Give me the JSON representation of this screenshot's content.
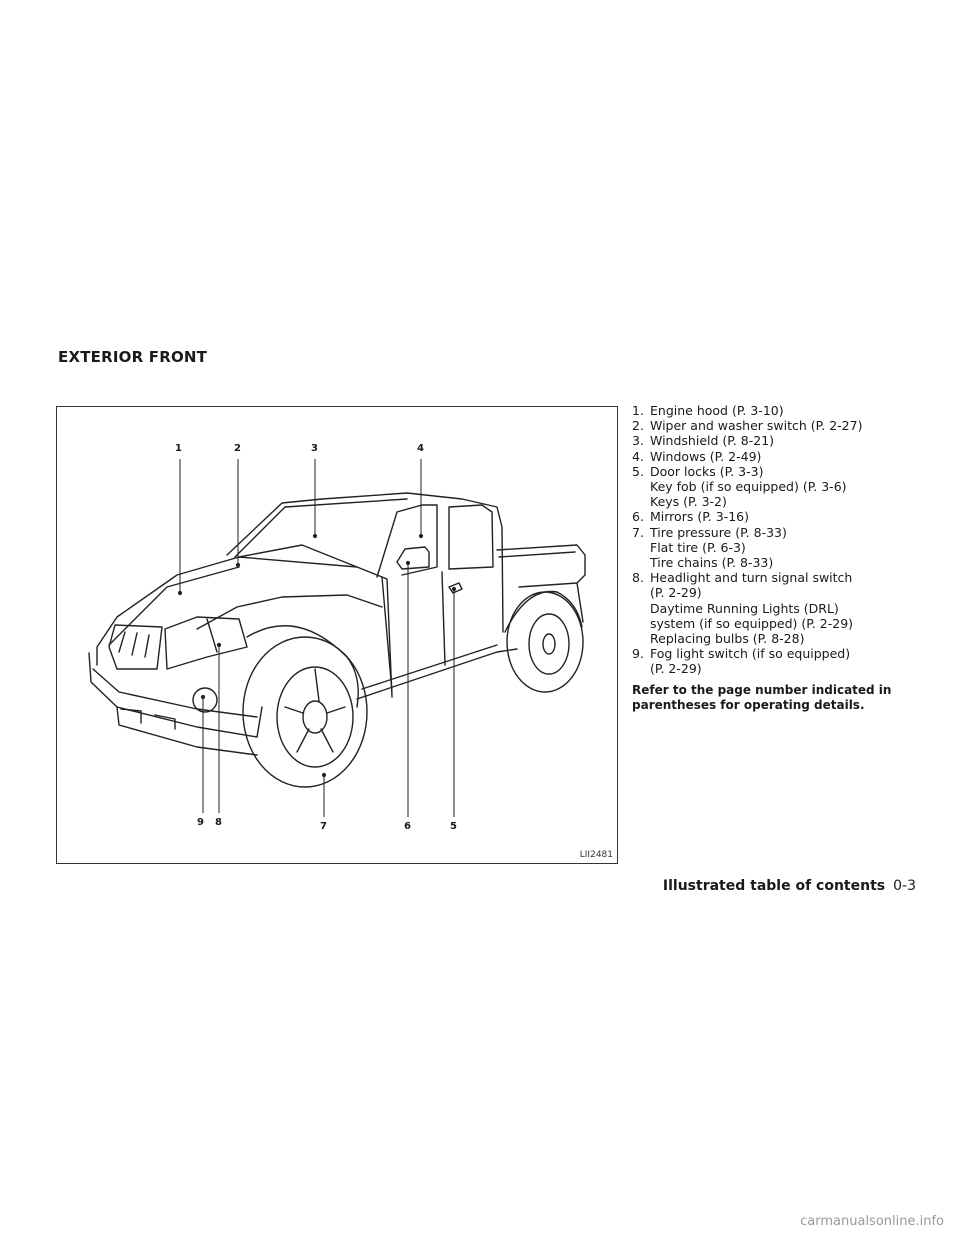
{
  "section_title": "EXTERIOR FRONT",
  "figure": {
    "code": "LII2481",
    "callouts": [
      "1",
      "2",
      "3",
      "4",
      "9",
      "8",
      "7",
      "6",
      "5"
    ]
  },
  "legend": [
    {
      "num": "1.",
      "text": "Engine hood (P. 3-10)",
      "sub": []
    },
    {
      "num": "2.",
      "text": "Wiper and washer switch (P. 2-27)",
      "sub": []
    },
    {
      "num": "3.",
      "text": "Windshield (P. 8-21)",
      "sub": []
    },
    {
      "num": "4.",
      "text": "Windows (P. 2-49)",
      "sub": []
    },
    {
      "num": "5.",
      "text": "Door locks (P. 3-3)",
      "sub": [
        "Key fob (if so equipped) (P. 3-6)",
        "Keys (P. 3-2)"
      ]
    },
    {
      "num": "6.",
      "text": "Mirrors (P. 3-16)",
      "sub": []
    },
    {
      "num": "7.",
      "text": "Tire pressure (P. 8-33)",
      "sub": [
        "Flat tire (P. 6-3)",
        "Tire chains (P. 8-33)"
      ]
    },
    {
      "num": "8.",
      "text": "Headlight and turn signal switch",
      "sub": [
        "(P. 2-29)",
        "Daytime Running Lights (DRL)",
        "system (if so equipped) (P. 2-29)",
        "Replacing bulbs (P. 8-28)"
      ]
    },
    {
      "num": "9.",
      "text": "Fog light switch (if so equipped)",
      "sub": [
        "(P. 2-29)"
      ]
    }
  ],
  "note": "Refer to the page number indicated in parentheses for operating details.",
  "footer": {
    "title": "Illustrated table of contents",
    "page": "0-3"
  },
  "watermark": "carmanualsonline.info"
}
